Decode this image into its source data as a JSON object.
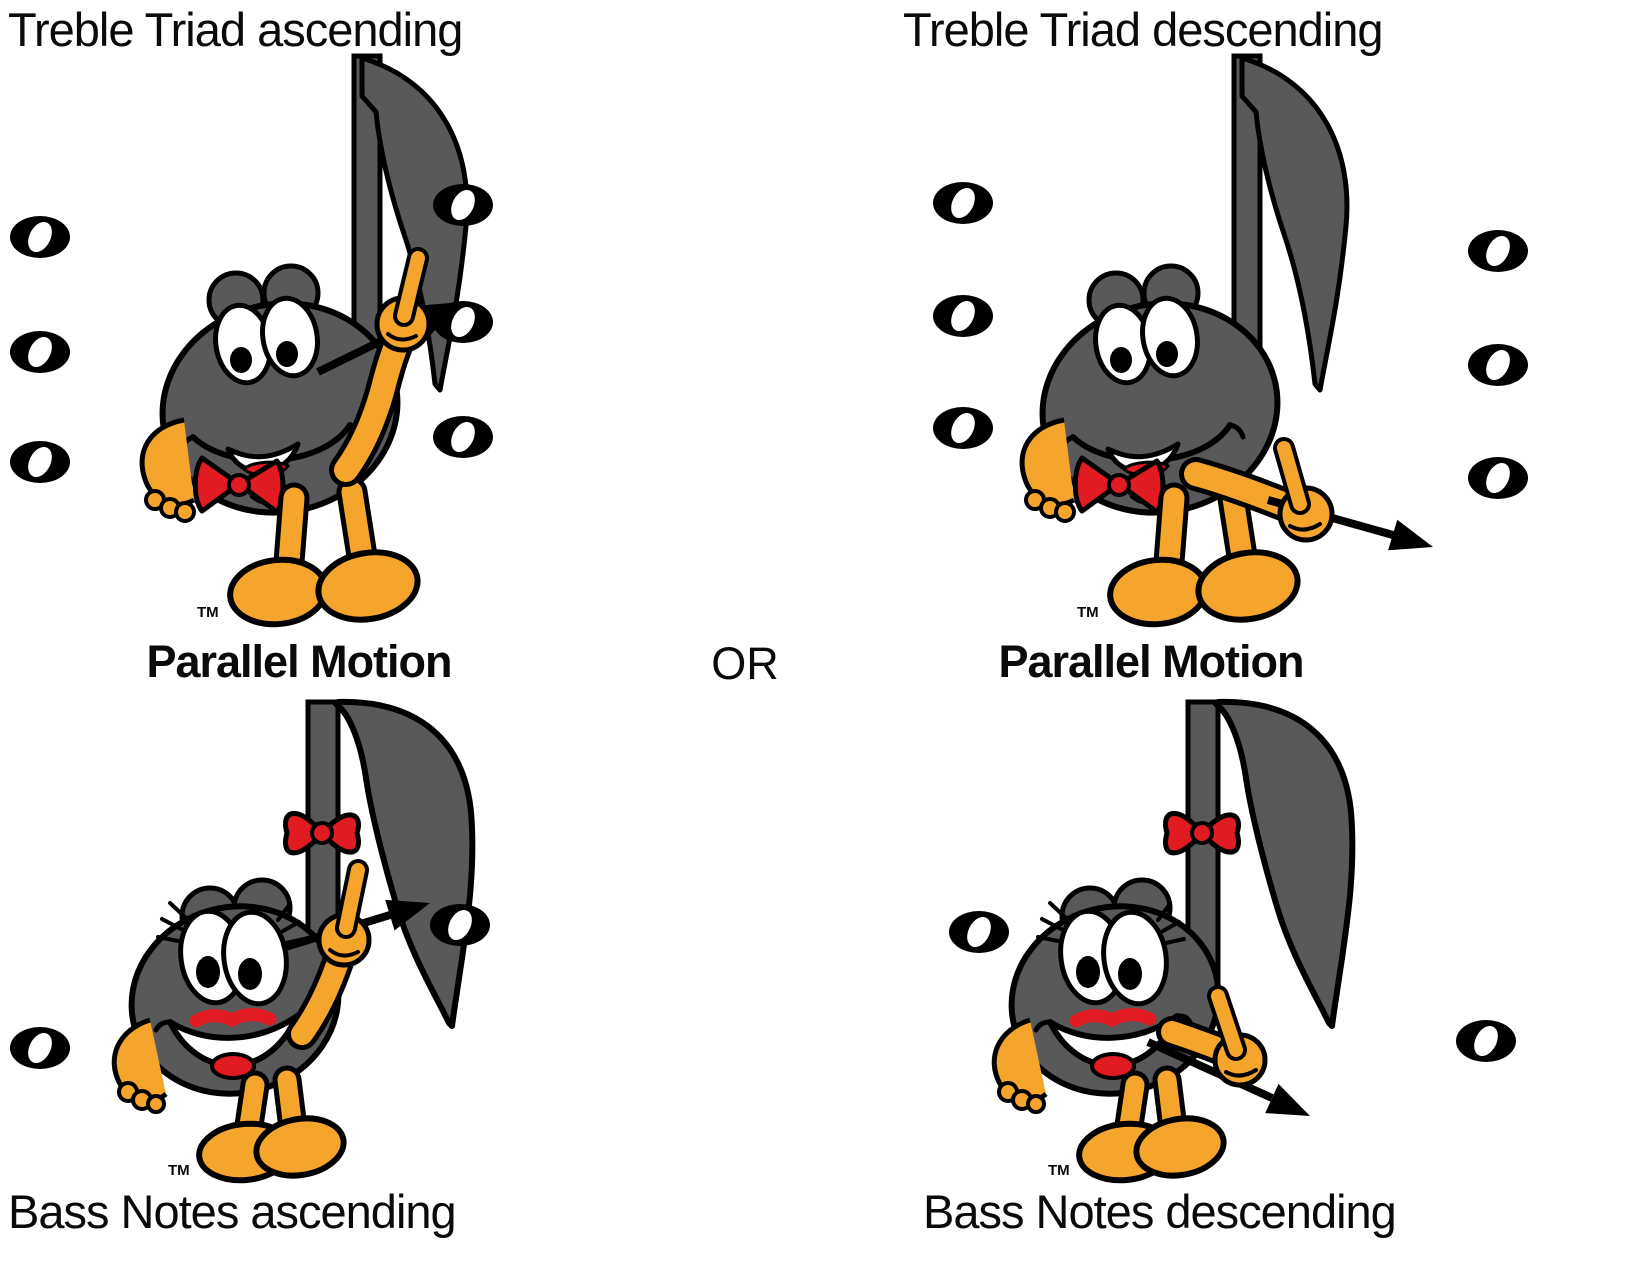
{
  "colors": {
    "background": "#ffffff",
    "note_gray": "#58595b",
    "outline_black": "#000000",
    "skin_orange": "#f5a42c",
    "bow_red": "#e11b22",
    "text_black": "#0a0a0a"
  },
  "or_label": "OR",
  "trademark": "TM",
  "left_column": {
    "treble_title": "Treble Triad ascending",
    "parallel_label": "Parallel Motion",
    "bass_title": "Bass Notes ascending",
    "treble": {
      "character": "boy-eighth-note",
      "direction": "ascending",
      "arrow": "up-right",
      "left_note_count": 3,
      "right_note_count": 3
    },
    "bass": {
      "character": "girl-eighth-note",
      "direction": "ascending",
      "arrow": "up-right",
      "left_note_count": 1,
      "right_note_count": 1
    }
  },
  "right_column": {
    "treble_title": "Treble Triad descending",
    "parallel_label": "Parallel Motion",
    "bass_title": "Bass Notes descending",
    "treble": {
      "character": "boy-eighth-note",
      "direction": "descending",
      "arrow": "down-right",
      "left_note_count": 3,
      "right_note_count": 3
    },
    "bass": {
      "character": "girl-eighth-note",
      "direction": "descending",
      "arrow": "down-right",
      "left_note_count": 1,
      "right_note_count": 1
    }
  }
}
